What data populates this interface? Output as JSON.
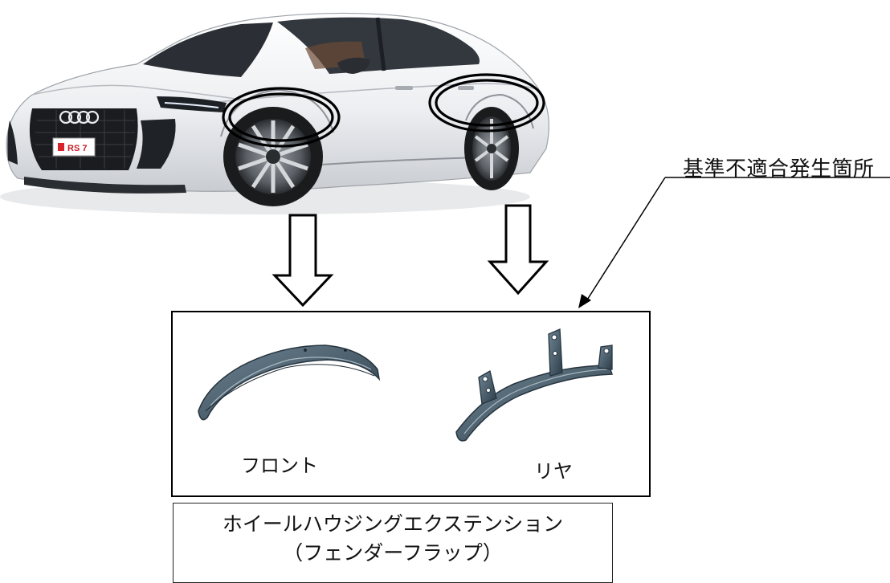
{
  "callout": {
    "label": "基準不適合発生箇所"
  },
  "car": {
    "badge": "RS 7",
    "body_color": "#eef0f3",
    "accent_color": "#d8232a"
  },
  "parts": {
    "front_label": "フロント",
    "rear_label": "リヤ",
    "part_color": "#3d5261"
  },
  "caption": {
    "line1": "ホイールハウジングエクステンション",
    "line2": "（フェンダーフラップ）"
  }
}
